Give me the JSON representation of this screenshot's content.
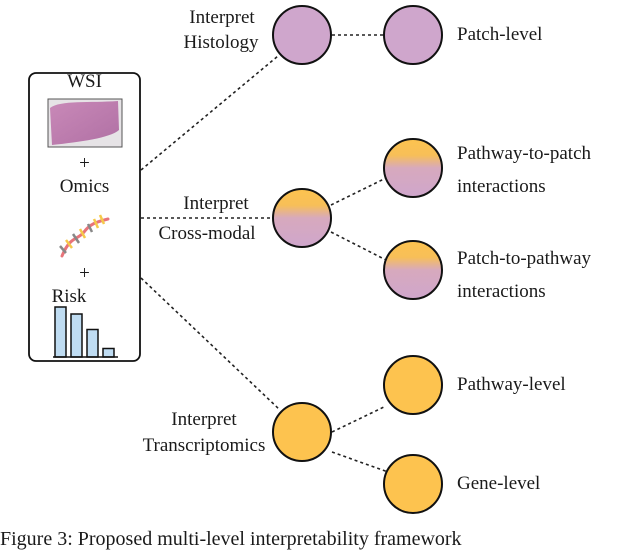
{
  "input_box": {
    "wsi_label": "WSI",
    "plus1": "+",
    "omics_label": "Omics",
    "plus2": "+",
    "risk_label": "Risk",
    "risk_bars": [
      1.0,
      0.86,
      0.55,
      0.17
    ]
  },
  "middle_nodes": {
    "histology": {
      "line1": "Interpret",
      "line2": "Histology"
    },
    "crossmodal": {
      "line1": "Interpret",
      "line2": "Cross-modal"
    },
    "transcriptomics": {
      "line1": "Interpret",
      "line2": "Transcriptomics"
    }
  },
  "leaf_nodes": {
    "patch_level": "Patch-level",
    "pathway_to_patch": {
      "line1": "Pathway-to-patch",
      "line2": "interactions"
    },
    "patch_to_pathway": {
      "line1": "Patch-to-pathway",
      "line2": "interactions"
    },
    "pathway_level": "Pathway-level",
    "gene_level": "Gene-level"
  },
  "colors": {
    "histology": "#cfa6cc",
    "transcriptomics": "#fdc34f",
    "bars": "#bfdcf2",
    "dna_backbone": "#e8747a"
  },
  "caption": "Figure 3: Proposed multi-level interpretability framework"
}
